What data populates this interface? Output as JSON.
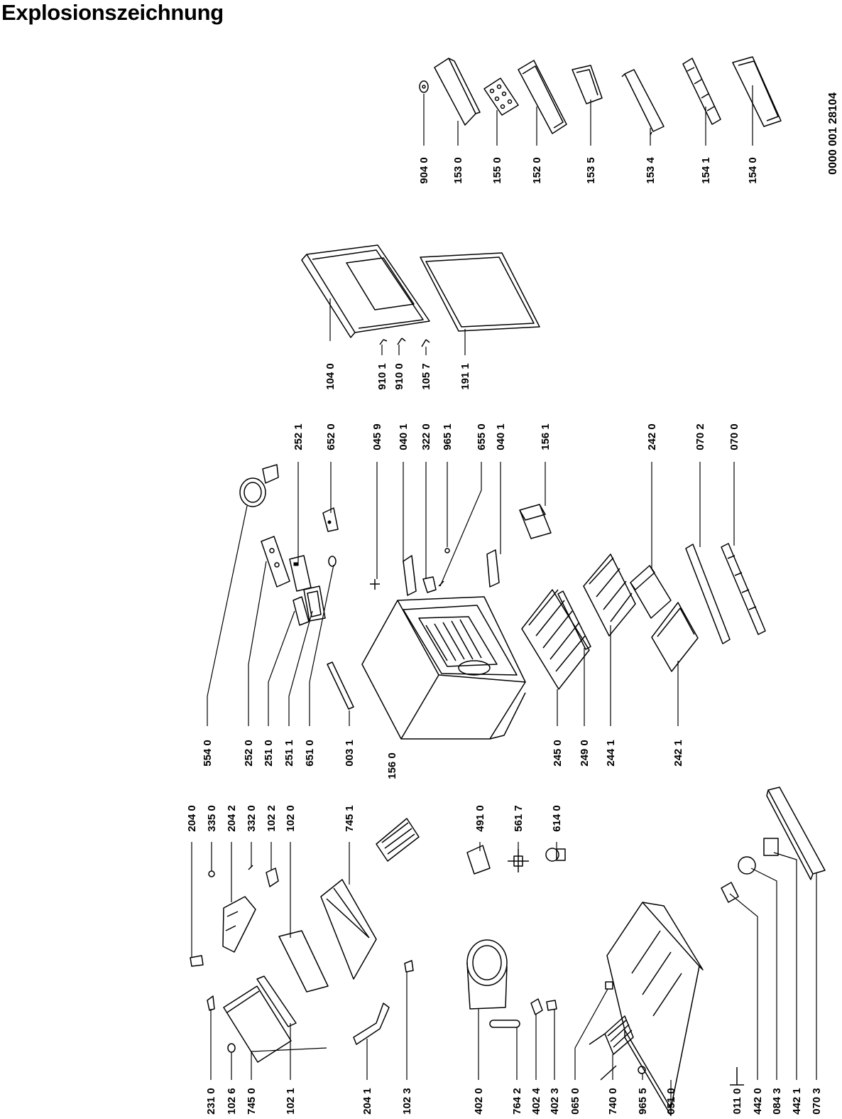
{
  "title": "Explosionszeichnung",
  "document_number": "0000 001 28104",
  "labels": {
    "l904_0": "904 0",
    "l153_0": "153 0",
    "l155_0": "155 0",
    "l152_0": "152 0",
    "l153_5": "153 5",
    "l153_4": "153 4",
    "l154_1": "154 1",
    "l154_0": "154 0",
    "l104_0": "104 0",
    "l910_1": "910 1",
    "l910_0": "910 0",
    "l105_7": "105 7",
    "l191_1": "191 1",
    "l252_1": "252 1",
    "l652_0": "652 0",
    "l045_9": "045 9",
    "l040_1a": "040 1",
    "l322_0": "322 0",
    "l965_1": "965 1",
    "l655_0": "655 0",
    "l040_1b": "040 1",
    "l156_1": "156 1",
    "l242_0": "242 0",
    "l070_2": "070 2",
    "l070_0": "070 0",
    "l554_0": "554 0",
    "l252_0": "252 0",
    "l251_0": "251 0",
    "l251_1": "251 1",
    "l651_0": "651 0",
    "l003_1": "003 1",
    "l156_0": "156 0",
    "l245_0": "245 0",
    "l249_0": "249 0",
    "l244_1": "244 1",
    "l242_1": "242 1",
    "l204_0": "204 0",
    "l335_0": "335 0",
    "l204_2": "204 2",
    "l332_0": "332 0",
    "l102_2": "102 2",
    "l102_0": "102 0",
    "l745_1": "745 1",
    "l491_0": "491 0",
    "l561_7": "561 7",
    "l614_0": "614 0",
    "l231_0": "231 0",
    "l102_6": "102 6",
    "l745_0": "745 0",
    "l102_1": "102 1",
    "l204_1": "204 1",
    "l102_3": "102 3",
    "l402_0": "402 0",
    "l764_2": "764 2",
    "l402_4": "402 4",
    "l402_3": "402 3",
    "l065_0": "065 0",
    "l740_0": "740 0",
    "l965_5": "965 5",
    "l051_0": "051 0",
    "l011_0": "011 0",
    "l442_0": "442 0",
    "l084_3": "084 3",
    "l442_1": "442 1",
    "l070_3": "070 3"
  }
}
